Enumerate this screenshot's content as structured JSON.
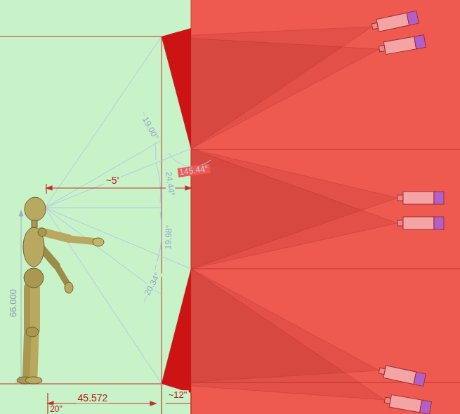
{
  "diagram": {
    "labels": [
      "19.00°",
      "145.44°",
      "24.44°",
      "19.98°",
      "20.34°",
      "~5'",
      "66.000",
      "45.572",
      "~12\"",
      "20\""
    ]
  }
}
